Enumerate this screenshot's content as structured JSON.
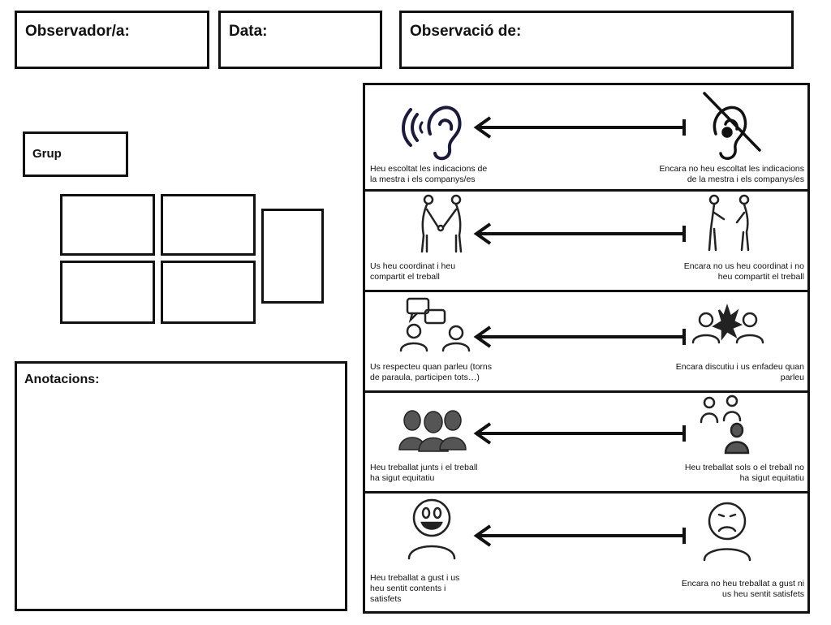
{
  "header": {
    "observer_label": "Observador/a:",
    "date_label": "Data:",
    "observation_label": "Observació de:"
  },
  "group": {
    "label": "Grup"
  },
  "annotations": {
    "label": "Anotacions:"
  },
  "criteria": [
    {
      "left_icon": "ear-listening-icon",
      "right_icon": "ear-crossed-icon",
      "left_text": "Heu escoltat les indicacions de\nla mestra i els companys/es",
      "right_text": "Encara no heu escoltat les indicacions\nde la mestra i els companys/es"
    },
    {
      "left_icon": "handshake-people-icon",
      "right_icon": "people-apart-icon",
      "left_text": "Us heu coordinat i heu\ncompartit el treball",
      "right_text": "Encara no us heu coordinat i no\nheu compartit el treball"
    },
    {
      "left_icon": "people-talking-icon",
      "right_icon": "people-arguing-icon",
      "left_text": "Us respecteu quan parleu (torns\nde paraula, participen tots…)",
      "right_text": "Encara discutiu i us enfadeu quan\nparleu"
    },
    {
      "left_icon": "group-together-icon",
      "right_icon": "person-alone-icon",
      "left_text": "Heu treballat junts i el treball\nha sigut equitatiu",
      "right_text": "Heu treballat sols o el treball no\nha sigut equitatiu"
    },
    {
      "left_icon": "happy-face-icon",
      "right_icon": "sad-face-icon",
      "left_text": "Heu treballat a gust i us\nheu sentit contents i\nsatisfets",
      "right_text": "Encara no heu treballat a gust ni\nus heu sentit satisfets"
    }
  ]
}
